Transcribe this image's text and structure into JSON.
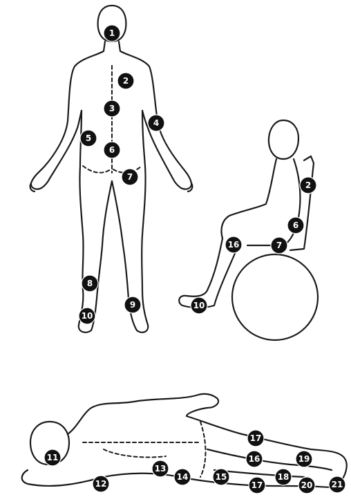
{
  "figure": {
    "views": [
      {
        "id": "standing-back",
        "markers": [
          "1",
          "2",
          "3",
          "4",
          "5",
          "6",
          "7",
          "8",
          "9",
          "10"
        ]
      },
      {
        "id": "seated-wheelchair",
        "markers": [
          "2",
          "6",
          "7",
          "16",
          "10"
        ]
      },
      {
        "id": "lying-side",
        "markers": [
          "11",
          "12",
          "13",
          "14",
          "15",
          "16",
          "17",
          "17",
          "18",
          "19",
          "20",
          "21"
        ]
      }
    ]
  },
  "colors": {
    "marker_fill": "#111111",
    "marker_text": "#ffffff",
    "line": "#1a1a1a",
    "background": "#ffffff"
  }
}
